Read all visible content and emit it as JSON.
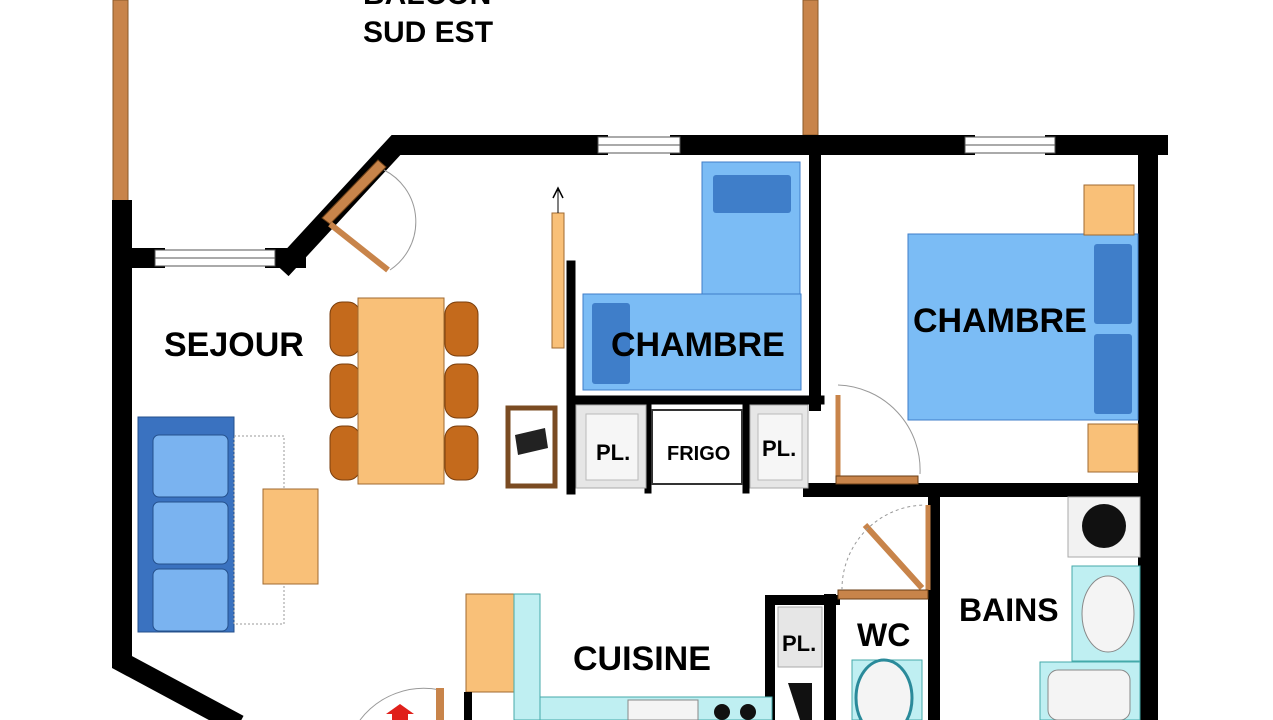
{
  "plan": {
    "balcony_label_top": "BALCON",
    "balcony_label": "SUD EST",
    "rooms": {
      "sejour": "SEJOUR",
      "chambre_small": "CHAMBRE",
      "chambre_large": "CHAMBRE",
      "cuisine": "CUISINE",
      "bains": "BAINS",
      "wc": "WC"
    },
    "fixtures": {
      "placard_left": "PL.",
      "frigo": "FRIGO",
      "placard_right": "PL.",
      "placard_kitchen": "PL."
    }
  },
  "colors": {
    "wall": "#000000",
    "wood": "#c8844a",
    "bed": "#7bbcf5",
    "pillow": "#3f7ec9",
    "sofa": "#6ea7e6",
    "sofa_frame": "#3a72c0",
    "table": "#f9c078",
    "chair": "#c46a1c",
    "tile": "#bfeff2",
    "closet": "#e6e6e6"
  }
}
